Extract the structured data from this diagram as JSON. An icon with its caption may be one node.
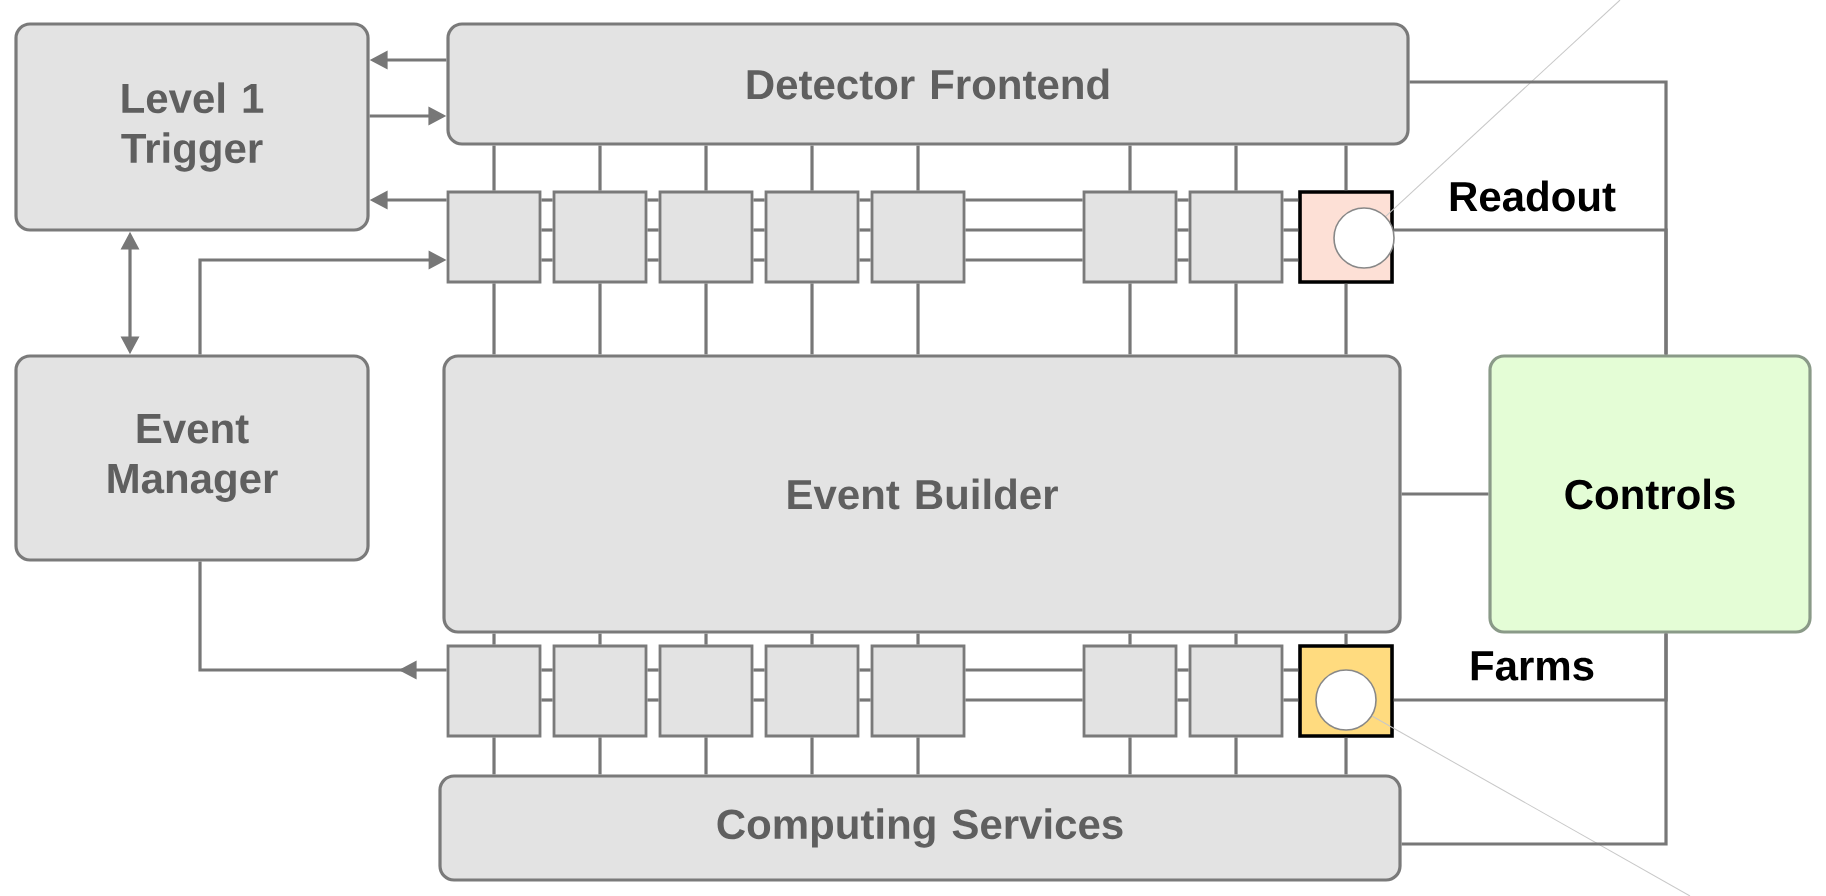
{
  "diagram": {
    "nodes": [
      {
        "text": [
          "Level 1 Trigger"
        ]
      },
      {
        "text": [
          "Detector Frontend"
        ]
      },
      {
        "text": [],
        "shape": "box"
      },
      {
        "text": [],
        "shape": "box"
      },
      {
        "text": [],
        "shape": "box"
      },
      {
        "text": [],
        "shape": "box"
      },
      {
        "text": [],
        "shape": "box"
      },
      {
        "text": [],
        "shape": "box"
      },
      {
        "text": [],
        "shape": "box"
      },
      {
        "text": [],
        "shape": "box"
      },
      {
        "text": [
          "Event Manager"
        ]
      },
      {
        "text": [
          "Event Builder"
        ]
      },
      {
        "text": [
          "Controls"
        ]
      },
      {
        "text": [],
        "shape": "box"
      },
      {
        "text": [],
        "shape": "box"
      },
      {
        "text": [],
        "shape": "box"
      },
      {
        "text": [],
        "shape": "box"
      },
      {
        "text": [],
        "shape": "box"
      },
      {
        "text": [],
        "shape": "box"
      },
      {
        "text": [],
        "shape": "box"
      },
      {
        "text": [],
        "shape": "box"
      },
      {
        "text": [
          "Computing Services"
        ]
      }
    ],
    "edges": [
      {
        "from": 1,
        "to": 0,
        "arrow": "to"
      },
      {
        "from": 0,
        "to": 1,
        "arrow": "to"
      },
      {
        "from": 2,
        "to": 0,
        "arrow": "to"
      },
      {
        "from": 0,
        "to": 10,
        "arrow": "both"
      },
      {
        "from": 10,
        "to": 2,
        "arrow": "to"
      },
      {
        "from": 13,
        "to": 10,
        "arrow": "to"
      },
      {
        "from": 1,
        "to": 2,
        "arrow": "none"
      },
      {
        "from": 1,
        "to": 3,
        "arrow": "none"
      },
      {
        "from": 1,
        "to": 4,
        "arrow": "none"
      },
      {
        "from": 1,
        "to": 5,
        "arrow": "none"
      },
      {
        "from": 1,
        "to": 6,
        "arrow": "none"
      },
      {
        "from": 1,
        "to": 7,
        "arrow": "none"
      },
      {
        "from": 1,
        "to": 8,
        "arrow": "none"
      },
      {
        "from": 1,
        "to": 9,
        "arrow": "none"
      },
      {
        "from": 2,
        "to": 11,
        "arrow": "none"
      },
      {
        "from": 3,
        "to": 11,
        "arrow": "none"
      },
      {
        "from": 4,
        "to": 11,
        "arrow": "none"
      },
      {
        "from": 5,
        "to": 11,
        "arrow": "none"
      },
      {
        "from": 6,
        "to": 11,
        "arrow": "none"
      },
      {
        "from": 7,
        "to": 11,
        "arrow": "none"
      },
      {
        "from": 8,
        "to": 11,
        "arrow": "none"
      },
      {
        "from": 9,
        "to": 11,
        "arrow": "none"
      },
      {
        "from": 11,
        "to": 13,
        "arrow": "none"
      },
      {
        "from": 11,
        "to": 14,
        "arrow": "none"
      },
      {
        "from": 11,
        "to": 15,
        "arrow": "none"
      },
      {
        "from": 11,
        "to": 16,
        "arrow": "none"
      },
      {
        "from": 11,
        "to": 17,
        "arrow": "none"
      },
      {
        "from": 11,
        "to": 18,
        "arrow": "none"
      },
      {
        "from": 11,
        "to": 19,
        "arrow": "none"
      },
      {
        "from": 11,
        "to": 20,
        "arrow": "none"
      },
      {
        "from": 13,
        "to": 21,
        "arrow": "none"
      },
      {
        "from": 14,
        "to": 21,
        "arrow": "none"
      },
      {
        "from": 15,
        "to": 21,
        "arrow": "none"
      },
      {
        "from": 16,
        "to": 21,
        "arrow": "none"
      },
      {
        "from": 17,
        "to": 21,
        "arrow": "none"
      },
      {
        "from": 18,
        "to": 21,
        "arrow": "none"
      },
      {
        "from": 19,
        "to": 21,
        "arrow": "none"
      },
      {
        "from": 20,
        "to": 21,
        "arrow": "none"
      },
      {
        "from": 1,
        "to": 12,
        "arrow": "none"
      },
      {
        "from": 9,
        "to": 12,
        "arrow": "none"
      },
      {
        "from": 11,
        "to": 12,
        "arrow": "none"
      },
      {
        "from": 20,
        "to": 12,
        "arrow": "none"
      },
      {
        "from": 21,
        "to": 12,
        "arrow": "none"
      },
      {
        "from": 2,
        "to": 3,
        "arrow": "none"
      },
      {
        "from": 3,
        "to": 4,
        "arrow": "none"
      },
      {
        "from": 4,
        "to": 5,
        "arrow": "none"
      },
      {
        "from": 5,
        "to": 6,
        "arrow": "none"
      },
      {
        "from": 6,
        "to": 7,
        "arrow": "none"
      },
      {
        "from": 7,
        "to": 8,
        "arrow": "none"
      },
      {
        "from": 8,
        "to": 9,
        "arrow": "none"
      },
      {
        "from": 2,
        "to": 3,
        "arrow": "none"
      },
      {
        "from": 3,
        "to": 4,
        "arrow": "none"
      },
      {
        "from": 4,
        "to": 5,
        "arrow": "none"
      },
      {
        "from": 5,
        "to": 6,
        "arrow": "none"
      },
      {
        "from": 6,
        "to": 7,
        "arrow": "none"
      },
      {
        "from": 7,
        "to": 8,
        "arrow": "none"
      },
      {
        "from": 8,
        "to": 9,
        "arrow": "none"
      },
      {
        "from": 2,
        "to": 3,
        "arrow": "none"
      },
      {
        "from": 3,
        "to": 4,
        "arrow": "none"
      },
      {
        "from": 4,
        "to": 5,
        "arrow": "none"
      },
      {
        "from": 5,
        "to": 6,
        "arrow": "none"
      },
      {
        "from": 6,
        "to": 7,
        "arrow": "none"
      },
      {
        "from": 7,
        "to": 8,
        "arrow": "none"
      },
      {
        "from": 8,
        "to": 9,
        "arrow": "none"
      },
      {
        "from": 13,
        "to": 14,
        "arrow": "none"
      },
      {
        "from": 14,
        "to": 15,
        "arrow": "none"
      },
      {
        "from": 15,
        "to": 16,
        "arrow": "none"
      },
      {
        "from": 16,
        "to": 17,
        "arrow": "none"
      },
      {
        "from": 17,
        "to": 18,
        "arrow": "none"
      },
      {
        "from": 18,
        "to": 19,
        "arrow": "none"
      },
      {
        "from": 19,
        "to": 20,
        "arrow": "none"
      },
      {
        "from": 13,
        "to": 14,
        "arrow": "none"
      },
      {
        "from": 14,
        "to": 15,
        "arrow": "none"
      },
      {
        "from": 15,
        "to": 16,
        "arrow": "none"
      },
      {
        "from": 16,
        "to": 17,
        "arrow": "none"
      },
      {
        "from": 17,
        "to": 18,
        "arrow": "none"
      },
      {
        "from": 18,
        "to": 19,
        "arrow": "none"
      },
      {
        "from": 19,
        "to": 20,
        "arrow": "none"
      }
    ],
    "labels": [
      "Readout",
      "Farms"
    ]
  }
}
